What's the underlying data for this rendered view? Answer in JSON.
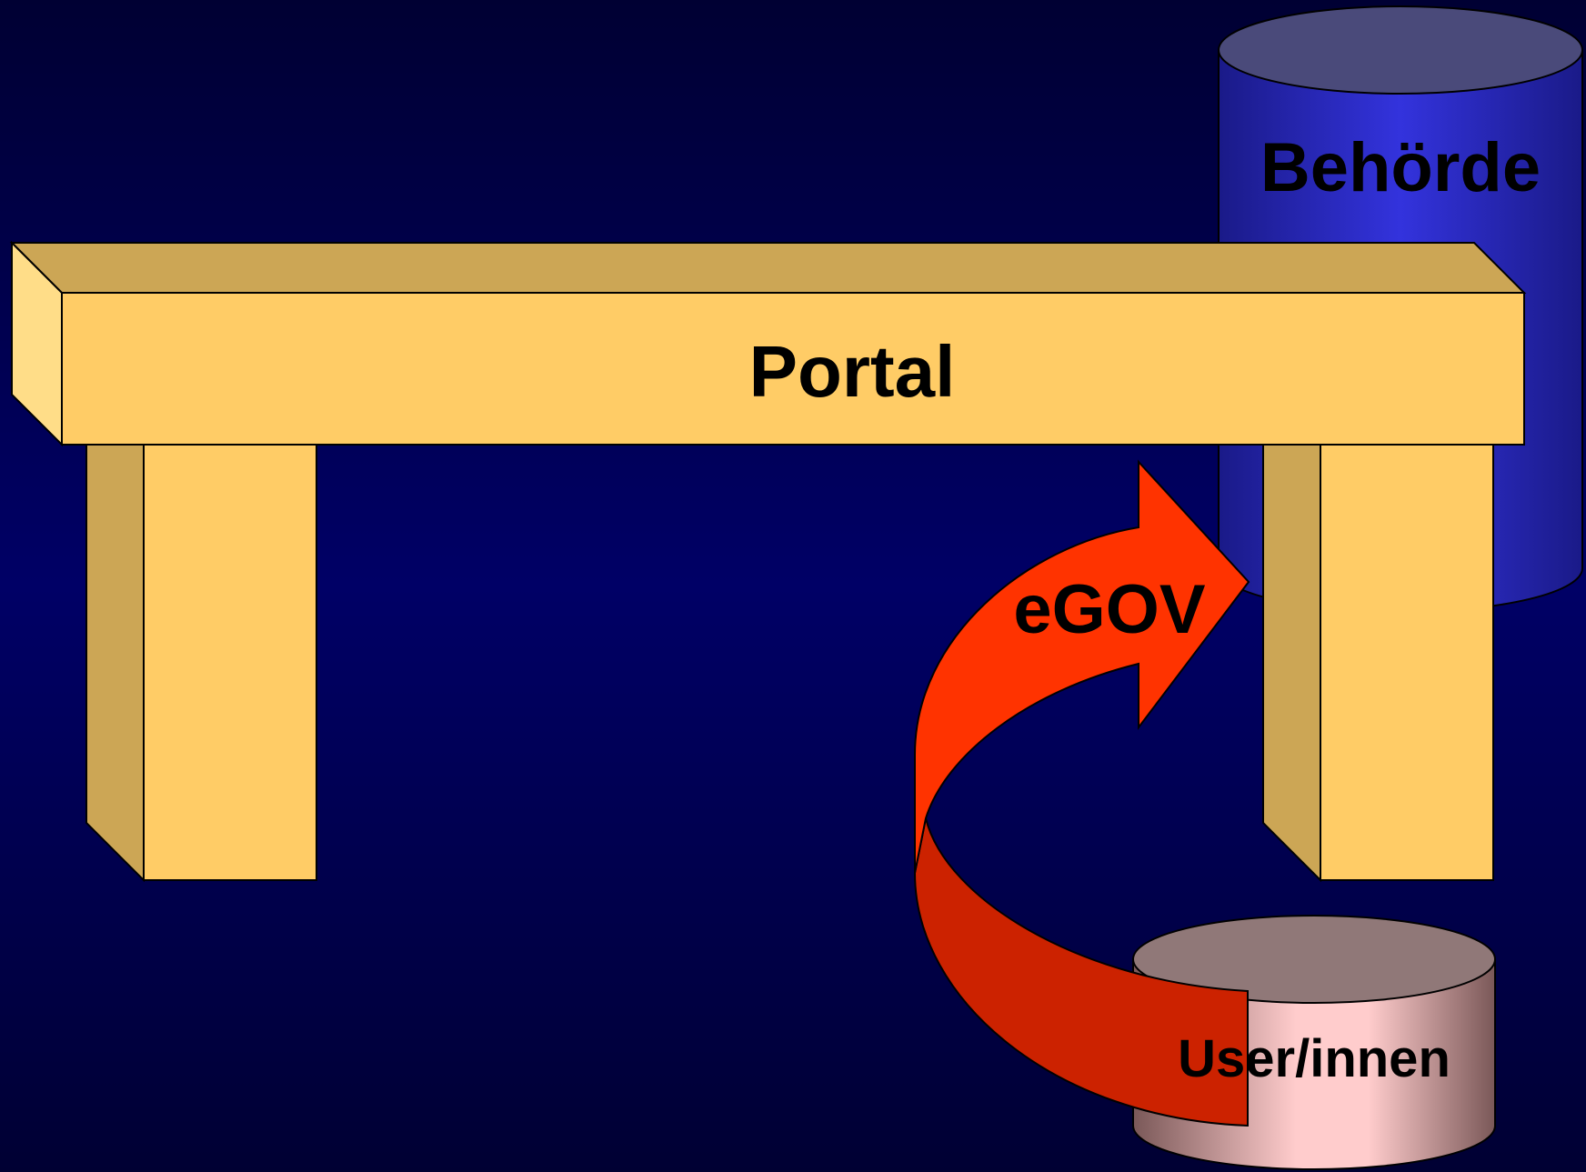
{
  "labels": {
    "portal": "Portal",
    "authority": "Behörde",
    "users": "User/innen",
    "flow": "eGOV"
  },
  "colors": {
    "background_top": "#000033",
    "background_mid": "#000066",
    "portal_front": "#FFCC66",
    "portal_side": "#CCA655",
    "portal_light": "#FFDD88",
    "authority_cylinder": "#2E2EC0",
    "users_cylinder": "#F8C6C6",
    "arrow_light": "#FF3300",
    "arrow_dark": "#CC2200"
  }
}
